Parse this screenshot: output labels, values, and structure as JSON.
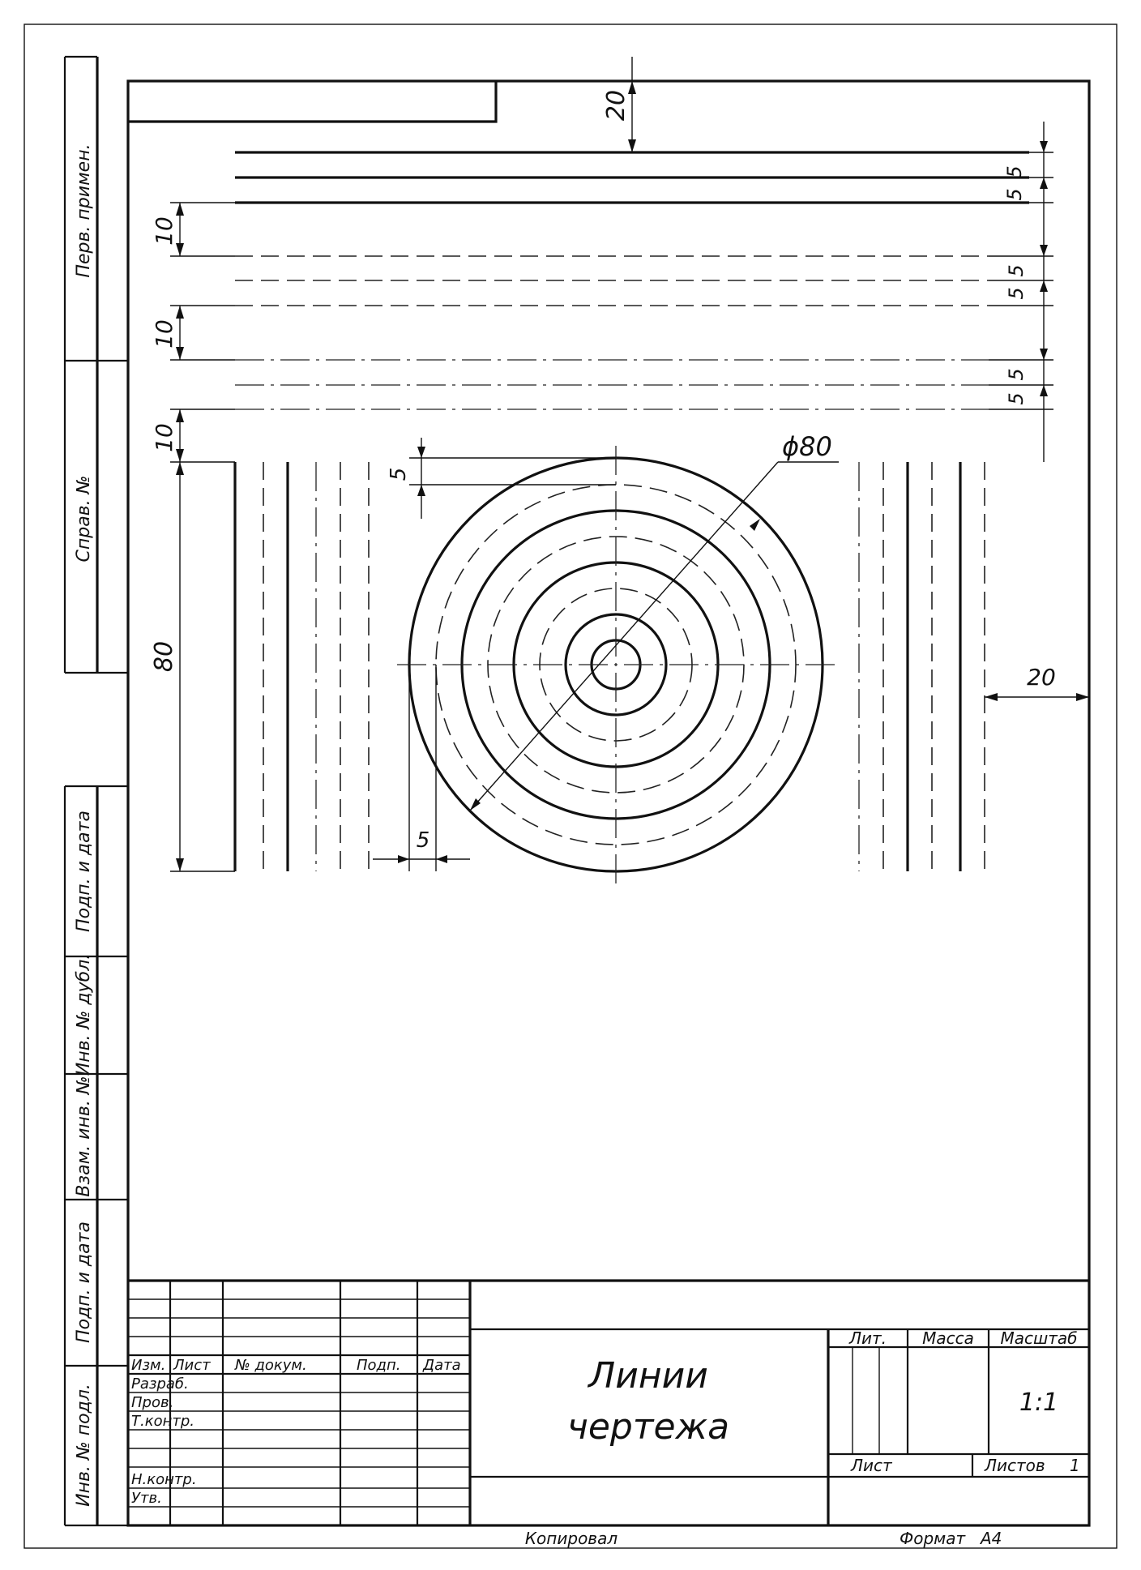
{
  "dimensions": {
    "top_margin": "20",
    "right_margin": "20",
    "diameter": "ϕ80",
    "gap_10_a": "10",
    "gap_10_b": "10",
    "gap_10_c": "10",
    "gap_5_a": "5",
    "gap_5_b": "5",
    "gap_5_c": "5",
    "gap_5_d": "5",
    "gap_5_e": "5",
    "gap_5_f": "5",
    "ring_step_vertical": "5",
    "ring_step_horizontal": "5",
    "height_80": "80"
  },
  "side_stamp": {
    "perv_primen": "Перв. примен.",
    "sprav_no": "Справ. №",
    "podp_data_top": "Подп. и дата",
    "inv_dubl": "Инв. № дубл.",
    "vzam_inv": "Взам. инв. №",
    "podp_data_bottom": "Подп. и дата",
    "inv_podl": "Инв. № подл."
  },
  "title_block": {
    "col_izm": "Изм.",
    "col_list": "Лист",
    "col_docum": "№ докум.",
    "col_podp": "Подп.",
    "col_data": "Дата",
    "row_razrab": "Разраб.",
    "row_prov": "Пров.",
    "row_tkontr": "Т.контр.",
    "row_nkontr": "Н.контр.",
    "row_utv": "Утв.",
    "title_line1": "Линии",
    "title_line2": "чертежа",
    "lit": "Лит.",
    "massa": "Масса",
    "masshtab": "Масштаб",
    "scale_value": "1:1",
    "list": "Лист",
    "listov": "Листов",
    "listov_value": "1"
  },
  "footer": {
    "kopiroval": "Копировал",
    "format_label": "Формат",
    "format_value": "А4"
  }
}
